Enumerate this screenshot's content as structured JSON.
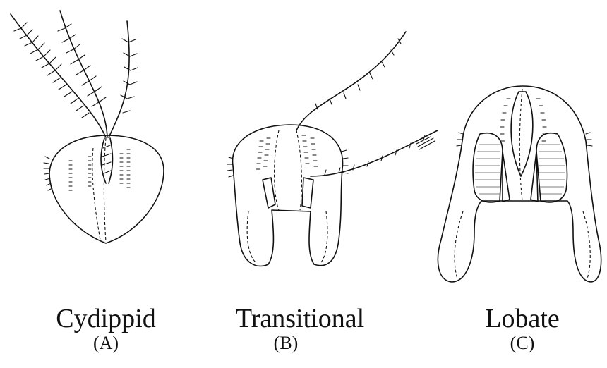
{
  "figure": {
    "panels": [
      {
        "id": "A",
        "caption": "Cydippid",
        "letter": "(A)"
      },
      {
        "id": "B",
        "caption": "Transitional",
        "letter": "(B)"
      },
      {
        "id": "C",
        "caption": "Lobate",
        "letter": "(C)"
      }
    ]
  }
}
